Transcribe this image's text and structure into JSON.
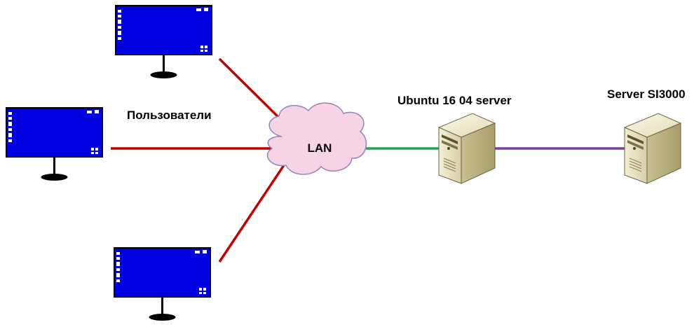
{
  "diagram": {
    "users_label": "Пользователи",
    "lan_label": "LAN",
    "ubuntu_label": "Ubuntu 16 04 server",
    "si3000_label": "Server SI3000",
    "colors": {
      "user_links": "#c00000",
      "lan_to_ubuntu": "#1faa4a",
      "ubuntu_to_si3000": "#7a3c9a",
      "monitor_screen": "#0000e0",
      "cloud_fill": "#f7d3e6",
      "cloud_stroke": "#8e86b8"
    },
    "icons": [
      "monitor-icon",
      "cloud-icon",
      "server-tower-icon"
    ]
  }
}
